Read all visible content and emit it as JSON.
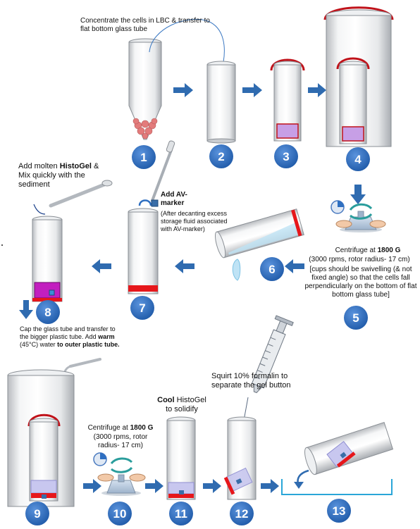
{
  "colors": {
    "badge": "#2e6fc1",
    "arrow": "#2f6bb0",
    "cap": "#c0121a",
    "gel_purple": "#c79fe6",
    "gel_magenta": "#c21fbf",
    "red_layer": "#e6171b",
    "cell_pink": "#e37b7b",
    "tray": "#2aa6d8"
  },
  "icons": [
    "centrifuge-icon",
    "timer-icon",
    "rotate-arrows-icon",
    "pipette-icon",
    "syringe-icon",
    "tube-icon",
    "gel-cup-icon"
  ],
  "steps": [
    "1",
    "2",
    "3",
    "4",
    "5",
    "6",
    "7",
    "8",
    "9",
    "10",
    "11",
    "12",
    "13"
  ],
  "labels": {
    "concentrate": "Concentrate the cells in LBC & transfer to flat bottom glass tube",
    "molten_pre": "Add molten ",
    "molten_bold": "HistoGel",
    "molten_post": " & Mix quickly with the sediment",
    "av_bold": "Add AV-marker",
    "av_note": "(After decanting excess storage fluid associated with AV-marker)",
    "centrifuge5_pre": "Centrifuge at ",
    "centrifuge5_bold": "1800 G",
    "centrifuge5_detail": "(3000 rpms, rotor radius- 17 cm)",
    "centrifuge5_note": "[cups should be swivelling (& not fixed angle) so that the cells fall perpendicularly on the bottom of flat bottom glass tube]",
    "cap_line1": "Cap the glass tube and transfer to the bigger plastic tube.",
    "cap_pre": "Add ",
    "cap_bold1": "warm",
    "cap_mid": " (45°C) water ",
    "cap_bold2": "to outer plastic tube.",
    "centrifuge10_pre": "Centrifuge at ",
    "centrifuge10_bold": "1800 G",
    "centrifuge10_detail": "(3000 rpms, rotor radius- 17 cm)",
    "cool_bold": "Cool",
    "cool_rest": " HistoGel to solidify",
    "squirt": "Squirt 10% formalin to separate the gel button"
  }
}
